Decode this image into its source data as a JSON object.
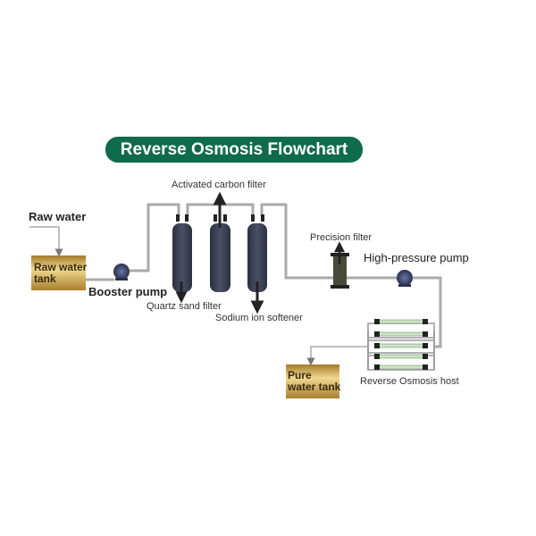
{
  "title": "Reverse Osmosis Flowchart",
  "labels": {
    "raw_water": "Raw water",
    "raw_water_tank": "Raw water tank",
    "booster_pump": "Booster pump",
    "activated_carbon_filter": "Activated carbon filter",
    "quartz_sand_filter": "Quartz sand filter",
    "sodium_ion_softener": "Sodium ion softener",
    "precision_filter": "Precision filter",
    "high_pressure_pump": "High-pressure pump",
    "reverse_osmosis_host": "Reverse Osmosis host",
    "pure_water_tank": "Pure water tank"
  },
  "colors": {
    "title_bg": "#0f6b4c",
    "tank": "#c9a24a",
    "filter": "#3a3f52",
    "pipe": "#999999"
  }
}
